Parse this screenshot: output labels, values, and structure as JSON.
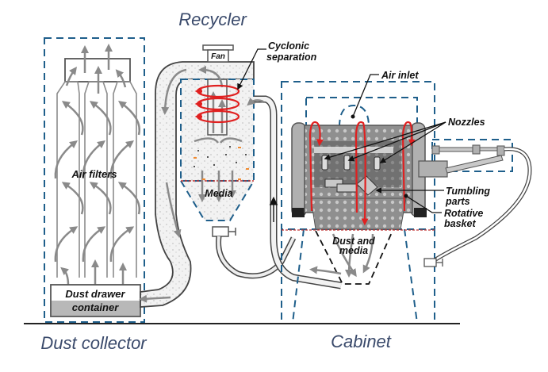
{
  "sections": {
    "dust_collector": "Dust collector",
    "recycler": "Recycler",
    "cabinet": "Cabinet"
  },
  "labels": {
    "air_filters": "Air filters",
    "dust_drawer_line1": "Dust drawer",
    "dust_drawer_line2": "container",
    "fan": "Fan",
    "cyclonic_line1": "Cyclonic",
    "cyclonic_line2": "separation",
    "media": "Media",
    "air_inlet": "Air  inlet",
    "nozzles": "Nozzles",
    "tumbling_line1": "Tumbling",
    "tumbling_line2": "parts",
    "rotative_line1": "Rotative",
    "rotative_line2": "basket",
    "dust_media_line1": "Dust  and",
    "dust_media_line2": "media"
  },
  "colors": {
    "section_title": "#3a4a6b",
    "boundary_dash": "#1f5f8b",
    "cyclone_swirl": "#e02020",
    "airflow_arrow": "#8a8a8a",
    "drawer_fill": "#b8b8b8",
    "basket_fill": "#8f8f8f"
  }
}
